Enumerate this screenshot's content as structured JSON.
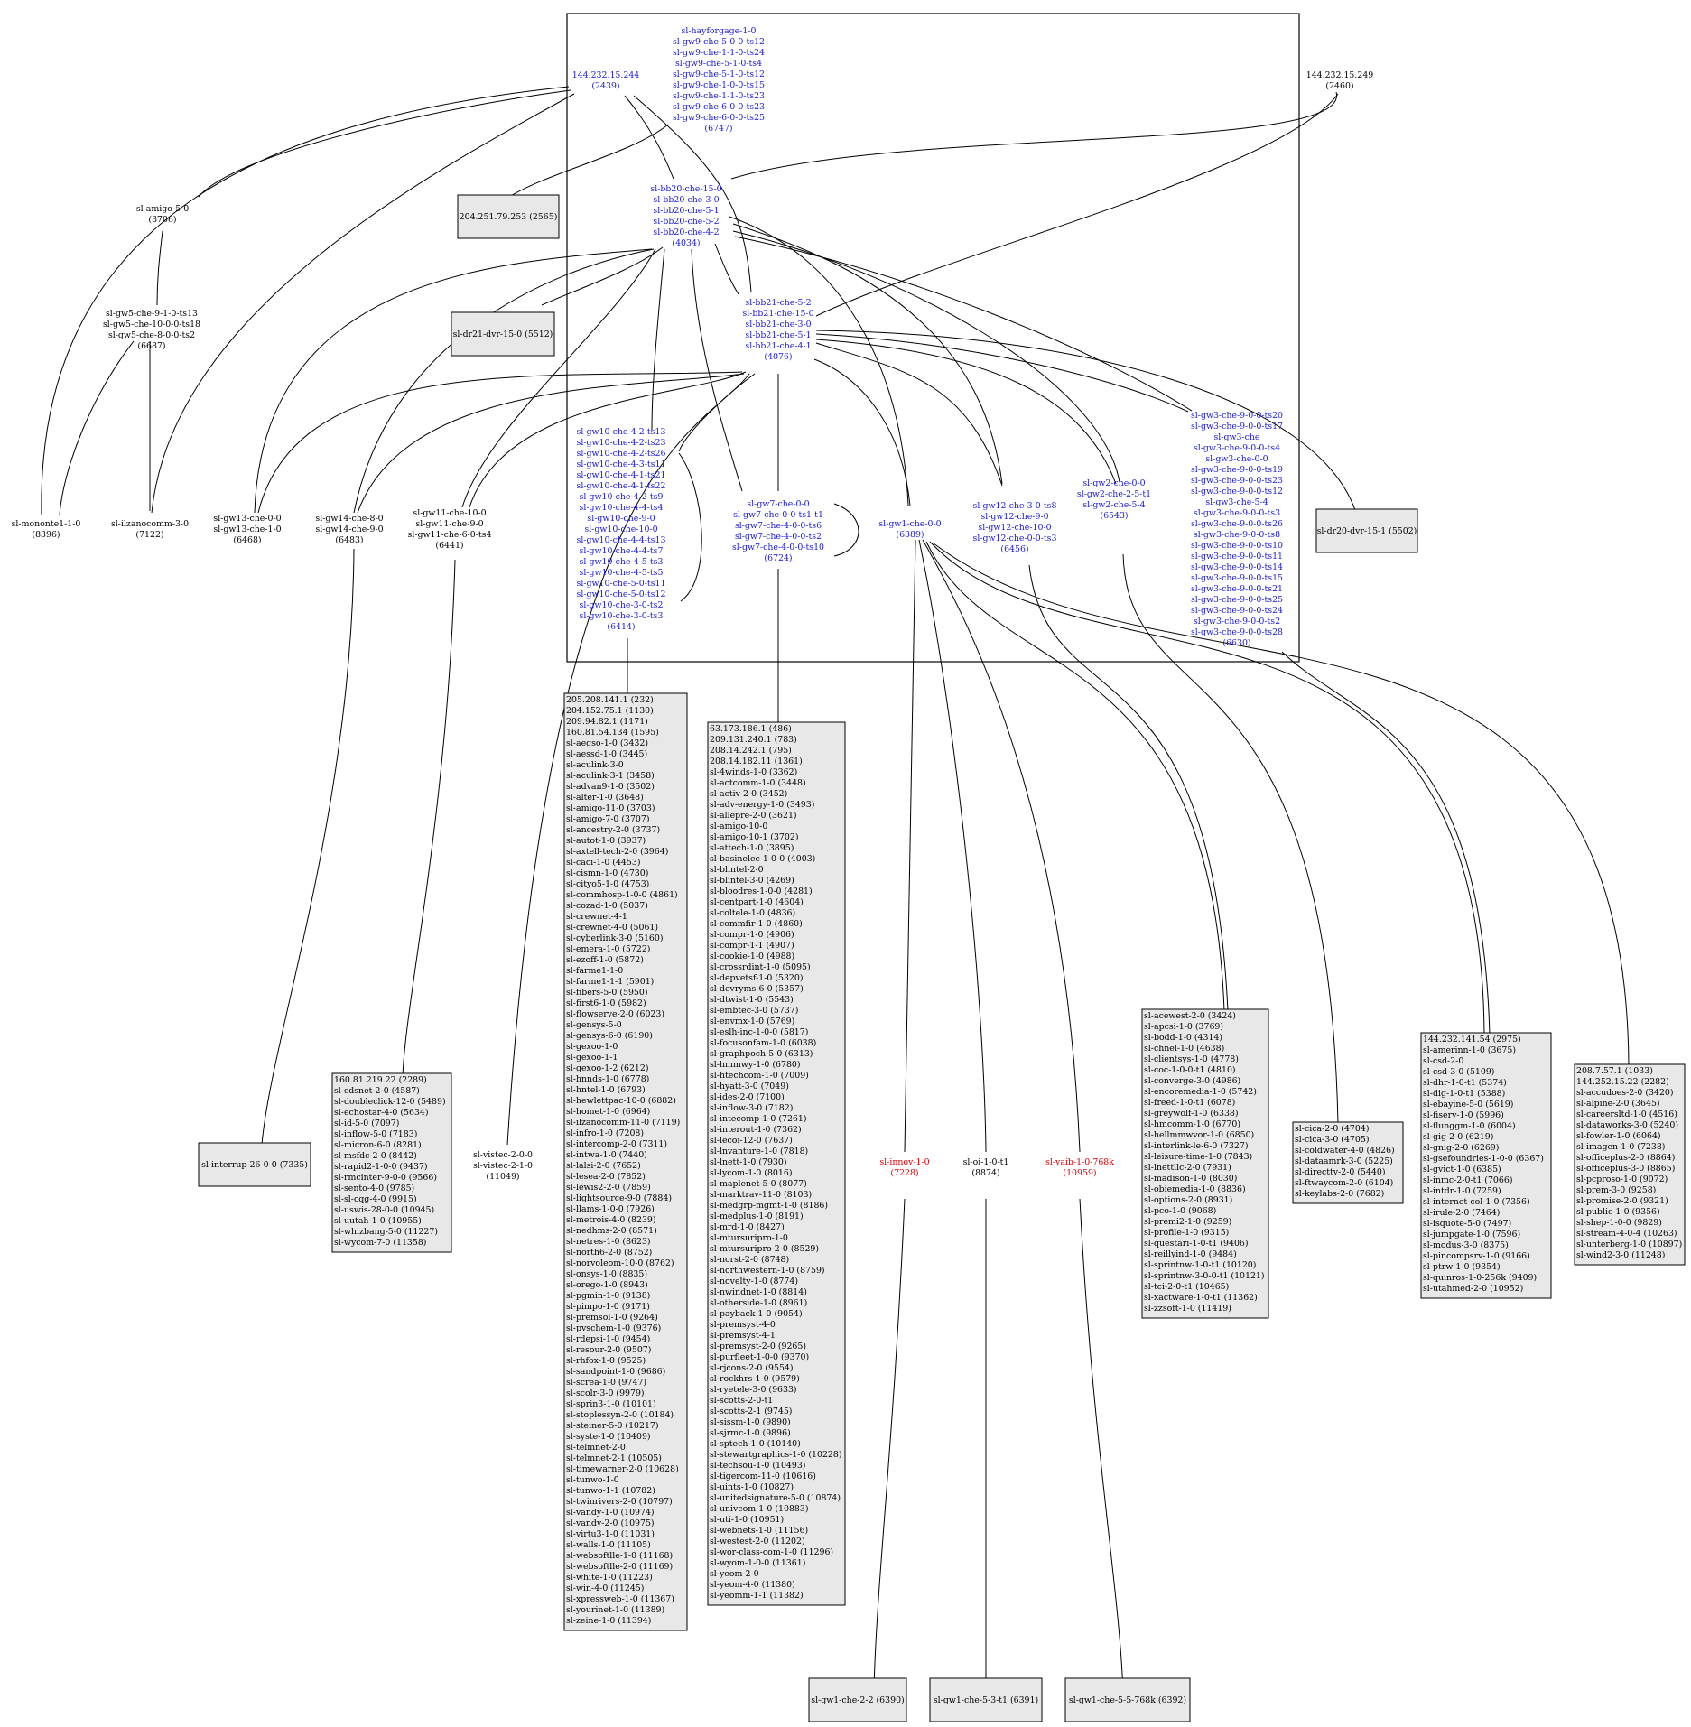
{
  "colors": {
    "in_cluster": "#1a1adb",
    "default": "#000000",
    "alert": "#e00000",
    "box_fill": "#e8e8e8"
  },
  "nodes": {
    "n244": {
      "lines": [
        "144.232.15.244",
        "(2439)"
      ],
      "color": "in_cluster"
    },
    "nhay": {
      "lines": [
        "sl-hayforgage-1-0",
        "sl-gw9-che-5-0-0-ts12",
        "sl-gw9-che-1-1-0-ts24",
        "sl-gw9-che-5-1-0-ts4",
        "sl-gw9-che-5-1-0-ts12",
        "sl-gw9-che-1-0-0-ts15",
        "sl-gw9-che-1-1-0-ts23",
        "sl-gw9-che-6-0-0-ts23",
        "sl-gw9-che-6-0-0-ts25",
        "(6747)"
      ],
      "color": "in_cluster"
    },
    "n249": {
      "lines": [
        "144.232.15.249",
        "(2460)"
      ],
      "color": "default"
    },
    "namigo5": {
      "lines": [
        "sl-amigo-5-0",
        "(3706)"
      ],
      "color": "default"
    },
    "ngw5": {
      "lines": [
        "sl-gw5-che-9-1-0-ts13",
        "sl-gw5-che-10-0-0-ts18",
        "sl-gw5-che-8-0-0-ts2",
        "(6687)"
      ],
      "color": "default"
    },
    "nbb20": {
      "lines": [
        "sl-bb20-che-15-0",
        "sl-bb20-che-3-0",
        "sl-bb20-che-5-1",
        "sl-bb20-che-5-2",
        "sl-bb20-che-4-2",
        "(4034)"
      ],
      "color": "in_cluster"
    },
    "nbb21": {
      "lines": [
        "sl-bb21-che-5-2",
        "sl-bb21-che-15-0",
        "sl-bb21-che-3-0",
        "sl-bb21-che-5-1",
        "sl-bb21-che-4-1",
        "(4076)"
      ],
      "color": "in_cluster"
    },
    "ngw10": {
      "lines": [
        "sl-gw10-che-4-2-ts13",
        "sl-gw10-che-4-2-ts23",
        "sl-gw10-che-4-2-ts26",
        "sl-gw10-che-4-3-ts11",
        "sl-gw10-che-4-1-ts21",
        "sl-gw10-che-4-1-ts22",
        "sl-gw10-che-4-2-ts9",
        "sl-gw10-che-4-4-ts4",
        "sl-gw10-che-9-0",
        "sl-gw10-che-10-0",
        "sl-gw10-che-4-4-ts13",
        "sl-gw10-che-4-4-ts7",
        "sl-gw10-che-4-5-ts3",
        "sl-gw10-che-4-5-ts5",
        "sl-gw10-che-5-0-ts11",
        "sl-gw10-che-5-0-ts12",
        "sl-gw10-che-3-0-ts2",
        "sl-gw10-che-3-0-ts3",
        "(6414)"
      ],
      "color": "in_cluster"
    },
    "ngw7": {
      "lines": [
        "sl-gw7-che-0-0",
        "sl-gw7-che-0-0-ts1-t1",
        "sl-gw7-che-4-0-0-ts6",
        "sl-gw7-che-4-0-0-ts2",
        "sl-gw7-che-4-0-0-ts10",
        "(6724)"
      ],
      "color": "in_cluster"
    },
    "ngw1": {
      "lines": [
        "sl-gw1-che-0-0",
        "(6389)"
      ],
      "color": "in_cluster"
    },
    "ngw12": {
      "lines": [
        "sl-gw12-che-3-0-ts8",
        "sl-gw12-che-9-0",
        "sl-gw12-che-10-0",
        "sl-gw12-che-0-0-ts3",
        "(6456)"
      ],
      "color": "in_cluster"
    },
    "ngw2": {
      "lines": [
        "sl-gw2-che-0-0",
        "sl-gw2-che-2-5-t1",
        "sl-gw2-che-5-4",
        "(6543)"
      ],
      "color": "in_cluster"
    },
    "ngw3": {
      "lines": [
        "sl-gw3-che-9-0-0-ts20",
        "sl-gw3-che-9-0-0-ts17",
        "sl-gw3-che",
        "sl-gw3-che-9-0-0-ts4",
        "sl-gw3-che-0-0",
        "sl-gw3-che-9-0-0-ts19",
        "sl-gw3-che-9-0-0-ts23",
        "sl-gw3-che-9-0-0-ts12",
        "sl-gw3-che-5-4",
        "sl-gw3-che-9-0-0-ts3",
        "sl-gw3-che-9-0-0-ts26",
        "sl-gw3-che-9-0-0-ts8",
        "sl-gw3-che-9-0-0-ts10",
        "sl-gw3-che-9-0-0-ts11",
        "sl-gw3-che-9-0-0-ts14",
        "sl-gw3-che-9-0-0-ts15",
        "sl-gw3-che-9-0-0-ts21",
        "sl-gw3-che-9-0-0-ts25",
        "sl-gw3-che-9-0-0-ts24",
        "sl-gw3-che-9-0-0-ts2",
        "sl-gw3-che-9-0-0-ts28",
        "(6630)"
      ],
      "color": "in_cluster"
    },
    "nmonon": {
      "lines": [
        "sl-mononte1-1-0",
        "(8396)"
      ],
      "color": "default"
    },
    "nilzano": {
      "lines": [
        "sl-ilzanocomm-3-0",
        "(7122)"
      ],
      "color": "default"
    },
    "ngw13": {
      "lines": [
        "sl-gw13-che-0-0",
        "sl-gw13-che-1-0",
        "(6468)"
      ],
      "color": "default"
    },
    "ngw14": {
      "lines": [
        "sl-gw14-che-8-0",
        "sl-gw14-che-9-0",
        "(6483)"
      ],
      "color": "default"
    },
    "ngw11": {
      "lines": [
        "sl-gw11-che-10-0",
        "sl-gw11-che-9-0",
        "sl-gw11-che-6-0-ts4",
        "(6441)"
      ],
      "color": "default"
    },
    "nvistec": {
      "lines": [
        "sl-vistec-2-0-0",
        "sl-vistec-2-1-0",
        "(11049)"
      ],
      "color": "default"
    },
    "ninnov": {
      "lines": [
        "sl-innov-1-0",
        "(7228)"
      ],
      "color": "alert"
    },
    "noi": {
      "lines": [
        "sl-oi-1-0-t1",
        "(8874)"
      ],
      "color": "default"
    },
    "nvaib": {
      "lines": [
        "sl-vaib-1-0-768k",
        "(10959)"
      ],
      "color": "alert"
    }
  },
  "boxes": {
    "b204": {
      "lines": [
        "204.251.79.253 (2565)"
      ]
    },
    "bdr21": {
      "lines": [
        "sl-dr21-dvr-15-0 (5512)"
      ]
    },
    "bdr20": {
      "lines": [
        "sl-dr20-dvr-15-1 (5502)"
      ]
    },
    "binterrup": {
      "lines": [
        "sl-interrup-26-0-0 (7335)"
      ]
    },
    "bgw1a": {
      "lines": [
        "sl-gw1-che-2-2 (6390)"
      ]
    },
    "bgw1b": {
      "lines": [
        "sl-gw1-che-5-3-t1 (6391)"
      ]
    },
    "bgw1c": {
      "lines": [
        "sl-gw1-che-5-5-768k (6392)"
      ]
    },
    "bA": {
      "lines": [
        "160.81.219.22 (2289)",
        "sl-cdsnet-2-0 (4587)",
        "sl-doubleclick-12-0 (5489)",
        "sl-echostar-4-0 (5634)",
        "sl-id-5-0 (7097)",
        "sl-inflow-5-0 (7183)",
        "sl-micron-6-0 (8281)",
        "sl-msfdc-2-0 (8442)",
        "sl-rapid2-1-0-0 (9437)",
        "sl-rmcinter-9-0-0 (9566)",
        "sl-sento-4-0 (9785)",
        "sl-sl-cqg-4-0 (9915)",
        "sl-uswis-28-0-0 (10945)",
        "sl-uutah-1-0 (10955)",
        "sl-whizbang-5-0 (11227)",
        "sl-wycom-7-0 (11358)"
      ]
    },
    "bB": {
      "lines": [
        "205.208.141.1 (232)",
        "204.152.75.1 (1130)",
        "209.94.82.1 (1171)",
        "160.81.54.134 (1595)",
        "sl-aegso-1-0 (3432)",
        "sl-aessd-1-0 (3445)",
        "sl-aculink-3-0",
        "sl-aculink-3-1 (3458)",
        "sl-advan9-1-0 (3502)",
        "sl-alter-1-0 (3648)",
        "sl-amigo-11-0 (3703)",
        "sl-amigo-7-0 (3707)",
        "sl-ancestry-2-0 (3737)",
        "sl-autot-1-0 (3937)",
        "sl-axtell-tech-2-0 (3964)",
        "sl-caci-1-0 (4453)",
        "sl-cismn-1-0 (4730)",
        "sl-cityo5-1-0 (4753)",
        "sl-commhosp-1-0-0 (4861)",
        "sl-cozad-1-0 (5037)",
        "sl-crewnet-4-1",
        "sl-crewnet-4-0 (5061)",
        "sl-cyberlink-3-0 (5160)",
        "sl-emera-1-0 (5722)",
        "sl-ezoff-1-0 (5872)",
        "sl-farme1-1-0",
        "sl-farme1-1-1 (5901)",
        "sl-fibers-5-0 (5950)",
        "sl-first6-1-0 (5982)",
        "sl-flowserve-2-0 (6023)",
        "sl-gensys-5-0",
        "sl-gensys-6-0 (6190)",
        "sl-gexoo-1-0",
        "sl-gexoo-1-1",
        "sl-gexoo-1-2 (6212)",
        "sl-hnnds-1-0 (6778)",
        "sl-hntel-1-0 (6793)",
        "sl-hewlettpac-10-0 (6882)",
        "sl-homet-1-0 (6964)",
        "sl-ilzanocomm-11-0 (7119)",
        "sl-infro-1-0 (7208)",
        "sl-intercomp-2-0 (7311)",
        "sl-intwa-1-0 (7440)",
        "sl-lalsi-2-0 (7652)",
        "sl-lesea-2-0 (7852)",
        "sl-lewis2-2-0 (7859)",
        "sl-lightsource-9-0 (7884)",
        "sl-llams-1-0-0 (7926)",
        "sl-metrois-4-0 (8239)",
        "sl-nedhms-2-0 (8571)",
        "sl-netres-1-0 (8623)",
        "sl-north6-2-0 (8752)",
        "sl-norvoleom-10-0 (8762)",
        "sl-onsys-1-0 (8835)",
        "sl-orego-1-0 (8943)",
        "sl-pgmin-1-0 (9138)",
        "sl-pimpo-1-0 (9171)",
        "sl-premsol-1-0 (9264)",
        "sl-pvschem-1-0 (9376)",
        "sl-rdepsi-1-0 (9454)",
        "sl-resour-2-0 (9507)",
        "sl-rhfox-1-0 (9525)",
        "sl-sandpoint-1-0 (9686)",
        "sl-screa-1-0 (9747)",
        "sl-scolr-3-0 (9979)",
        "sl-sprin3-1-0 (10101)",
        "sl-stoplessyn-2-0 (10184)",
        "sl-steiner-5-0 (10217)",
        "sl-syste-1-0 (10409)",
        "sl-telmnet-2-0",
        "sl-telmnet-2-1 (10505)",
        "sl-timewarner-2-0 (10628)",
        "sl-tunwo-1-0",
        "sl-tunwo-1-1 (10782)",
        "sl-twinrivers-2-0 (10797)",
        "sl-vandy-1-0 (10974)",
        "sl-vandy-2-0 (10975)",
        "sl-virtu3-1-0 (11031)",
        "sl-walls-1-0 (11105)",
        "sl-websoftlle-1-0 (11168)",
        "sl-websoftlle-2-0 (11169)",
        "sl-white-1-0 (11223)",
        "sl-win-4-0 (11245)",
        "sl-xpressweb-1-0 (11367)",
        "sl-yourinet-1-0 (11389)",
        "sl-zeine-1-0 (11394)"
      ]
    },
    "bC": {
      "lines": [
        "63.173.186.1 (486)",
        "209.131.240.1 (783)",
        "208.14.242.1 (795)",
        "208.14.182.11 (1361)",
        "sl-4winds-1-0 (3362)",
        "sl-actcomm-1-0 (3448)",
        "sl-activ-2-0 (3452)",
        "sl-adv-energy-1-0 (3493)",
        "sl-allepre-2-0 (3621)",
        "sl-amigo-10-0",
        "sl-amigo-10-1 (3702)",
        "sl-attech-1-0 (3895)",
        "sl-basinelec-1-0-0 (4003)",
        "sl-blintel-2-0",
        "sl-blintel-3-0 (4269)",
        "sl-bloodres-1-0-0 (4281)",
        "sl-centpart-1-0 (4604)",
        "sl-coltele-1-0 (4836)",
        "sl-commfir-1-0 (4860)",
        "sl-compr-1-0 (4906)",
        "sl-compr-1-1 (4907)",
        "sl-cookie-1-0 (4988)",
        "sl-crossrdint-1-0 (5095)",
        "sl-depvetsf-1-0 (5320)",
        "sl-devryms-6-0 (5357)",
        "sl-dtwist-1-0 (5543)",
        "sl-embtec-3-0 (5737)",
        "sl-envmx-1-0 (5769)",
        "sl-eslh-inc-1-0-0 (5817)",
        "sl-focusonfam-1-0 (6038)",
        "sl-graphpoch-5-0 (6313)",
        "sl-hmmwy-1-0 (6780)",
        "sl-htechcom-1-0 (7009)",
        "sl-hyatt-3-0 (7049)",
        "sl-ides-2-0 (7100)",
        "sl-inflow-3-0 (7182)",
        "sl-intecomp-1-0 (7261)",
        "sl-interout-1-0 (7362)",
        "sl-lecoi-12-0 (7637)",
        "sl-lnvanture-1-0 (7818)",
        "sl-lnett-1-0 (7930)",
        "sl-lycom-1-0 (8016)",
        "sl-maplenet-5-0 (8077)",
        "sl-marktrav-11-0 (8103)",
        "sl-medgrp-mgmt-1-0 (8186)",
        "sl-medplus-1-0 (8191)",
        "sl-mrd-1-0 (8427)",
        "sl-mtursuripro-1-0",
        "sl-mtursuripro-2-0 (8529)",
        "sl-norst-2-0 (8748)",
        "sl-northwestern-1-0 (8759)",
        "sl-novelty-1-0 (8774)",
        "sl-nwindnet-1-0 (8814)",
        "sl-otherside-1-0 (8961)",
        "sl-payback-1-0 (9054)",
        "sl-premsyst-4-0",
        "sl-premsyst-4-1",
        "sl-premsyst-2-0 (9265)",
        "sl-purfleet-1-0-0 (9370)",
        "sl-rjcons-2-0 (9554)",
        "sl-rockhrs-1-0 (9579)",
        "sl-ryetele-3-0 (9633)",
        "sl-scotts-2-0-t1",
        "sl-scotts-2-1 (9745)",
        "sl-sissm-1-0 (9890)",
        "sl-sjrmc-1-0 (9896)",
        "sl-sptech-1-0 (10140)",
        "sl-stewartgraphics-1-0 (10228)",
        "sl-techsou-1-0 (10493)",
        "sl-tigercom-11-0 (10616)",
        "sl-uints-1-0 (10827)",
        "sl-unitedsignature-5-0 (10874)",
        "sl-univcom-1-0 (10883)",
        "sl-uti-1-0 (10951)",
        "sl-webnets-1-0 (11156)",
        "sl-westest-2-0 (11202)",
        "sl-wor-class-com-1-0 (11296)",
        "sl-wyom-1-0-0 (11361)",
        "sl-yeom-2-0",
        "sl-yeom-4-0 (11380)",
        "sl-yeomm-1-1 (11382)"
      ]
    },
    "bD": {
      "lines": [
        "sl-acewest-2-0 (3424)",
        "sl-apcsi-1-0 (3769)",
        "sl-bodd-1-0 (4314)",
        "sl-chnel-1-0 (4638)",
        "sl-clientsys-1-0 (4778)",
        "sl-coc-1-0-0-t1 (4810)",
        "sl-converge-3-0 (4986)",
        "sl-encoremedia-1-0 (5742)",
        "sl-freed-1-0-t1 (6078)",
        "sl-greywolf-1-0 (6338)",
        "sl-hmcomm-1-0 (6770)",
        "sl-hellmmwvor-1-0 (6850)",
        "sl-interlink-le-6-0 (7327)",
        "sl-leisure-time-1-0 (7843)",
        "sl-lnettllc-2-0 (7931)",
        "sl-madison-1-0 (8030)",
        "sl-obiemedia-1-0 (8836)",
        "sl-options-2-0 (8931)",
        "sl-pco-1-0 (9068)",
        "sl-premi2-1-0 (9259)",
        "sl-profile-1-0 (9315)",
        "sl-questari-1-0-t1 (9406)",
        "sl-reillyind-1-0 (9484)",
        "sl-sprintnw-1-0-t1 (10120)",
        "sl-sprintnw-3-0-0-t1 (10121)",
        "sl-tci-2-0-t1 (10465)",
        "sl-xactware-1-0-t1 (11362)",
        "sl-zzsoft-1-0 (11419)"
      ]
    },
    "bE": {
      "lines": [
        "sl-cica-2-0 (4704)",
        "sl-cica-3-0 (4705)",
        "sl-coldwater-4-0 (4826)",
        "sl-dataamrk-3-0 (5225)",
        "sl-directtv-2-0 (5440)",
        "sl-ftwaycom-2-0 (6104)",
        "sl-keylabs-2-0 (7682)"
      ]
    },
    "bF": {
      "lines": [
        "144.232.141.54 (2975)",
        "sl-amerinn-1-0 (3675)",
        "sl-csd-2-0",
        "sl-csd-3-0 (5109)",
        "sl-dhr-1-0-t1 (5374)",
        "sl-dig-1-0-t1 (5388)",
        "sl-ebayine-5-0 (5619)",
        "sl-fiserv-1-0 (5996)",
        "sl-flunggm-1-0 (6004)",
        "sl-gig-2-0 (6219)",
        "sl-gnig-2-0 (6269)",
        "sl-gsefoundries-1-0-0 (6367)",
        "sl-gvict-1-0 (6385)",
        "sl-inmc-2-0-t1 (7066)",
        "sl-intdr-1-0 (7259)",
        "sl-internet-col-1-0 (7356)",
        "sl-irule-2-0 (7464)",
        "sl-isquote-5-0 (7497)",
        "sl-jumpgate-1-0 (7596)",
        "sl-modus-3-0 (8375)",
        "sl-pincompsrv-1-0 (9166)",
        "sl-ptrw-1-0 (9354)",
        "sl-quinros-1-0-256k (9409)",
        "sl-utahmed-2-0 (10952)"
      ]
    },
    "bG": {
      "lines": [
        "208.7.57.1 (1033)",
        "144.252.15.22 (2282)",
        "sl-accudoes-2-0 (3420)",
        "sl-alpine-2-0 (3645)",
        "sl-careersltd-1-0 (4516)",
        "sl-dataworks-3-0 (5240)",
        "sl-fowler-1-0 (6064)",
        "sl-imagen-1-0 (7238)",
        "sl-officeplus-2-0 (8864)",
        "sl-officeplus-3-0 (8865)",
        "sl-pcproso-1-0 (9072)",
        "sl-prem-3-0 (9258)",
        "sl-promise-2-0 (9321)",
        "sl-public-1-0 (9356)",
        "sl-shep-1-0-0 (9829)",
        "sl-stream-4-0-4 (10263)",
        "sl-unterberg-1-0 (10897)",
        "sl-wind2-3-0 (11248)"
      ]
    }
  }
}
